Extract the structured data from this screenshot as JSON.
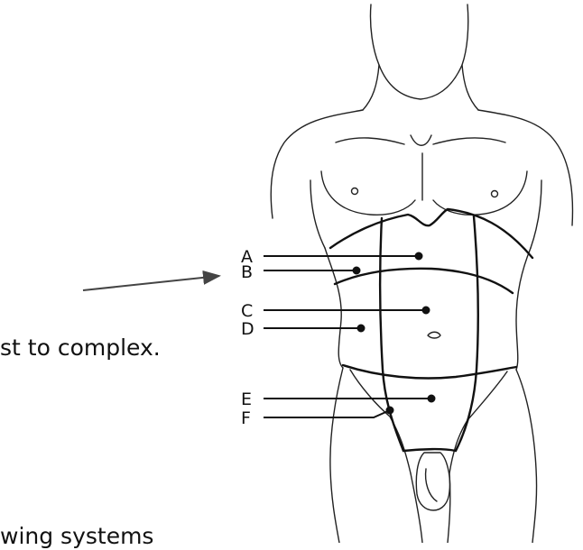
{
  "text_fragments": [
    "st to complex.",
    "wing systems"
  ],
  "labels": [
    "A",
    "B",
    "C",
    "D",
    "E",
    "F"
  ],
  "colors": {
    "ink": "#111111",
    "background": "#ffffff",
    "pointer_arrow": "#444444"
  }
}
